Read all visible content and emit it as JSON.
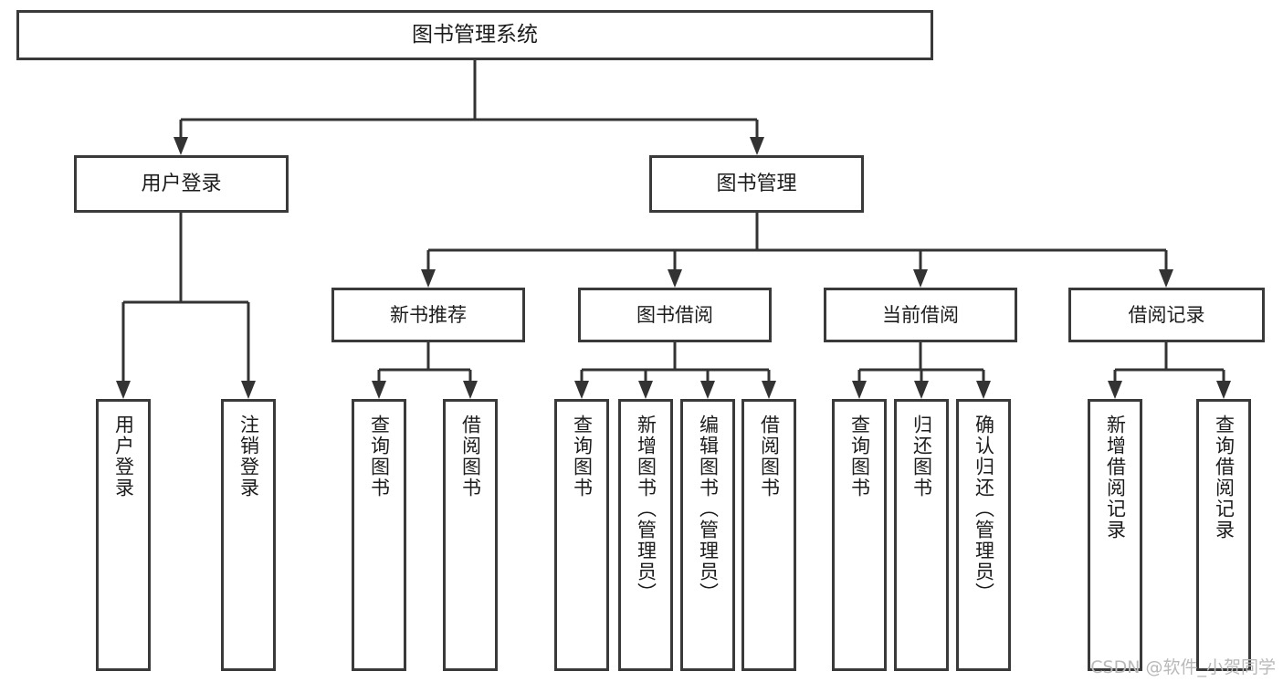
{
  "diagram": {
    "type": "tree-hierarchy",
    "title": "图书管理系统",
    "watermark": "CSDN @软件_小贺同学",
    "colors": {
      "box_border": "#3a3a3a",
      "connector": "#333333",
      "background": "#ffffff",
      "text": "#1c1c1c",
      "watermark": "#b9b9b9"
    },
    "nodes": {
      "root": {
        "label": "图书管理系统"
      },
      "level2": [
        {
          "label": "用户登录"
        },
        {
          "label": "图书管理"
        }
      ],
      "level3": [
        {
          "label": "新书推荐"
        },
        {
          "label": "图书借阅"
        },
        {
          "label": "当前借阅"
        },
        {
          "label": "借阅记录"
        }
      ],
      "leaves": {
        "user_login": [
          {
            "label": "用户登录"
          },
          {
            "label": "注销登录"
          }
        ],
        "new_book": [
          {
            "label": "查询图书"
          },
          {
            "label": "借阅图书"
          }
        ],
        "book_borrow": [
          {
            "label": "查询图书"
          },
          {
            "label": "新增图书（管理员）"
          },
          {
            "label": "编辑图书（管理员）"
          },
          {
            "label": "借阅图书"
          }
        ],
        "current_borrow": [
          {
            "label": "查询图书"
          },
          {
            "label": "归还图书"
          },
          {
            "label": "确认归还（管理员）"
          }
        ],
        "borrow_record": [
          {
            "label": "新增借阅记录"
          },
          {
            "label": "查询借阅记录"
          }
        ]
      }
    }
  }
}
